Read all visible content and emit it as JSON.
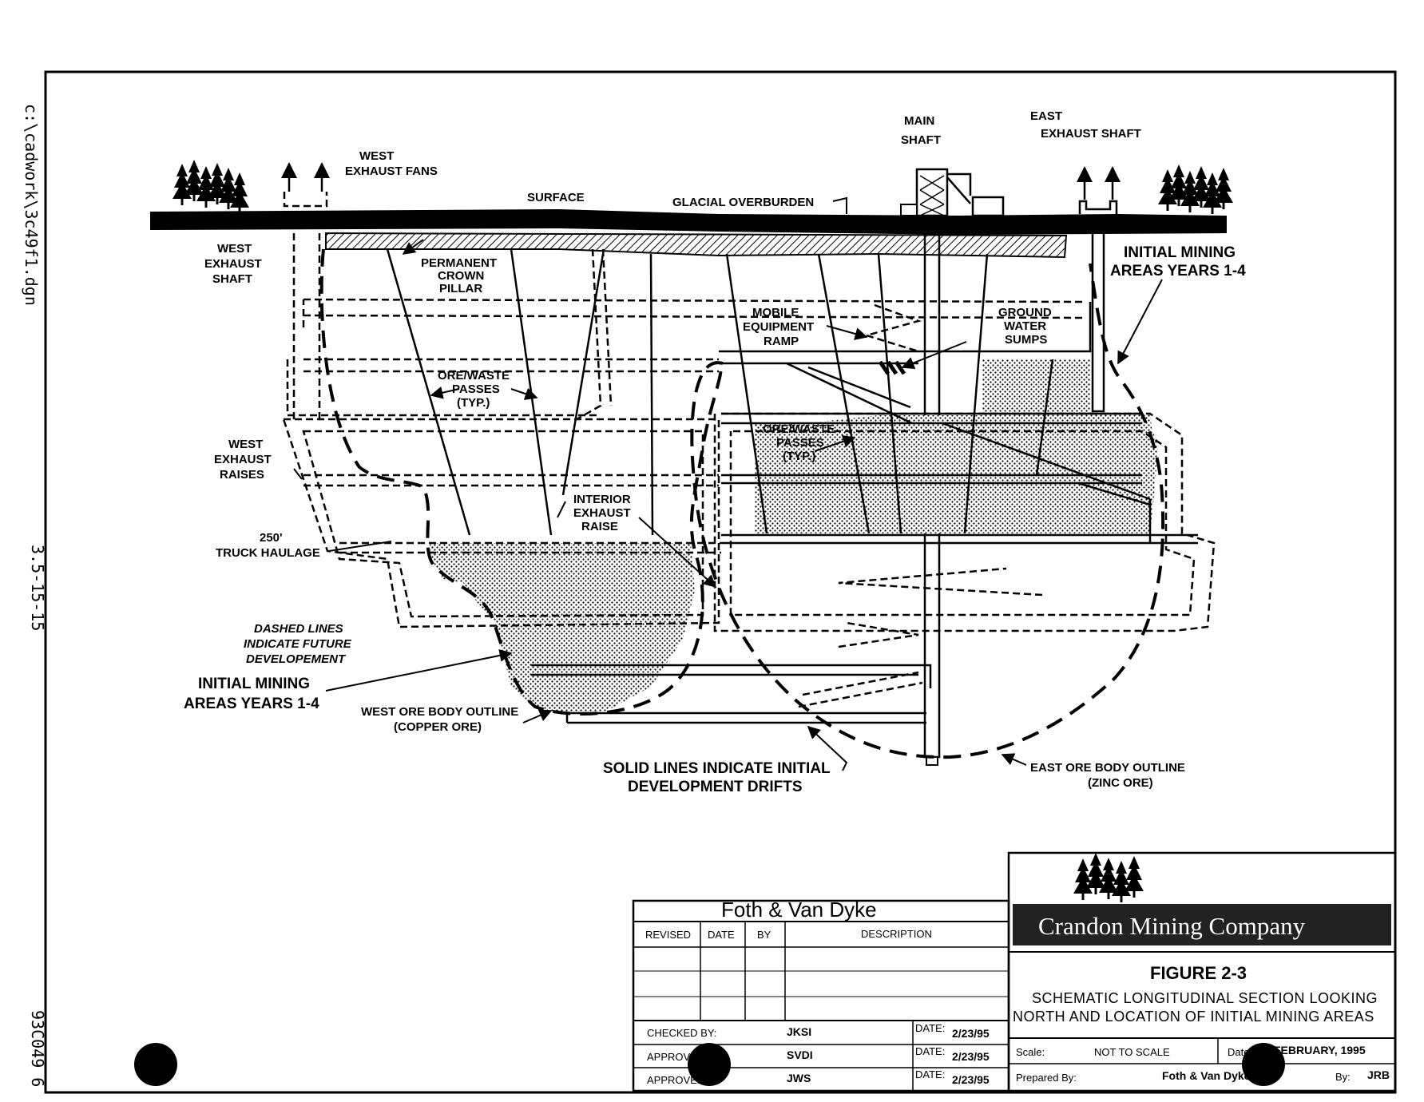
{
  "side_labels": {
    "file_path": "c:\\cadwork\\3c49f1.dgn",
    "ref_number": "3.5-15-15",
    "doc_number": "93C049 6"
  },
  "diagram": {
    "labels": {
      "west_exhaust_fans": [
        "WEST",
        "EXHAUST FANS"
      ],
      "surface": "SURFACE",
      "glacial_overburden": "GLACIAL OVERBURDEN",
      "main_shaft": [
        "MAIN",
        "SHAFT"
      ],
      "east_exhaust_shaft": [
        "EAST",
        "EXHAUST SHAFT"
      ],
      "west_exhaust_shaft": [
        "WEST",
        "EXHAUST",
        "SHAFT"
      ],
      "permanent_crown_pillar": [
        "PERMANENT",
        "CROWN",
        "PILLAR"
      ],
      "initial_mining_areas_east": [
        "INITIAL MINING",
        "AREAS YEARS 1-4"
      ],
      "mobile_equipment_ramp": [
        "MOBILE",
        "EQUIPMENT",
        "RAMP"
      ],
      "ground_water_sumps": [
        "GROUND",
        "WATER",
        "SUMPS"
      ],
      "ore_waste_passes_west": [
        "ORE/WASTE",
        "PASSES",
        "(TYP.)"
      ],
      "ore_waste_passes_east": [
        "ORE/WASTE",
        "PASSES",
        "(TYP.)"
      ],
      "west_exhaust_raises": [
        "WEST",
        "EXHAUST",
        "RAISES"
      ],
      "interior_exhaust_raise": [
        "INTERIOR",
        "EXHAUST",
        "RAISE"
      ],
      "truck_haulage": [
        "250'",
        "TRUCK HAULAGE"
      ],
      "dashed_lines_note": [
        "DASHED LINES",
        "INDICATE FUTURE",
        "DEVELOPEMENT"
      ],
      "initial_mining_areas_west": [
        "INITIAL MINING",
        "AREAS YEARS 1-4"
      ],
      "west_ore_body": [
        "WEST ORE BODY OUTLINE",
        "(COPPER ORE)"
      ],
      "solid_lines_note": [
        "SOLID LINES INDICATE INITIAL",
        "DEVELOPMENT DRIFTS"
      ],
      "east_ore_body": [
        "EAST ORE BODY OUTLINE",
        "(ZINC ORE)"
      ]
    }
  },
  "title_block": {
    "firm": "Foth & Van Dyke",
    "revision_headers": [
      "REVISED",
      "DATE",
      "BY",
      "DESCRIPTION"
    ],
    "checked_by": {
      "label": "CHECKED BY:",
      "initials": "JKSI",
      "date_label": "DATE:",
      "date": "2/23/95"
    },
    "approved_1": {
      "label": "APPROVED",
      "initials": "SVDI",
      "date_label": "DATE:",
      "date": "2/23/95"
    },
    "approved_2": {
      "label": "APPROVED",
      "initials": "JWS",
      "date_label": "DATE:",
      "date": "2/23/95"
    },
    "company": "Crandon Mining Company",
    "figure": "FIGURE 2-3",
    "description": [
      "SCHEMATIC LONGITUDINAL SECTION LOOKING",
      "NORTH AND LOCATION OF INITIAL MINING AREAS"
    ],
    "scale_label": "Scale:",
    "scale_value": "NOT TO SCALE",
    "date_label": "Date:",
    "date_value": "FEBRUARY, 1995",
    "prepared_label": "Prepared By:",
    "prepared_value": "Foth & Van Dyke",
    "by_label": "By:",
    "by_value": "JRB"
  }
}
